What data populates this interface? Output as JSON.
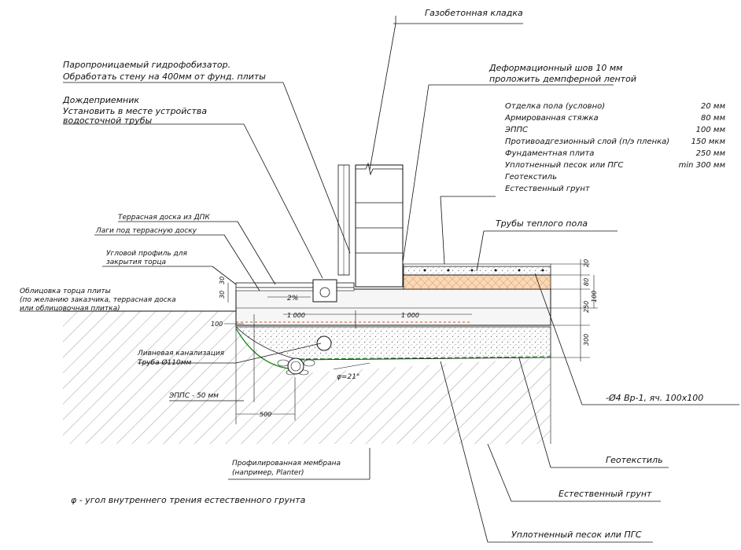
{
  "labels": {
    "gas_concrete": "Газобетонная кладка",
    "membrane_1": "Паропроницаемый гидрофобизатор.",
    "membrane_2": "Обработать стену на 400мм от фунд. плиты",
    "drain_1": "Дождеприемник",
    "drain_2": "Установить в месте устройства",
    "drain_3": "водосточной трубы",
    "joint_1": "Деформационный шов 10 мм",
    "joint_2": "проложить демпферной лентой",
    "terrace_board": "Террасная доска из ДПК",
    "joists": "Лаги под террасную доску",
    "corner_1": "Угловой профиль для",
    "corner_2": "закрытия торца",
    "cladding_1": "Облицовка торца плиты",
    "cladding_2": "(по желанию заказчика, террасная доска",
    "cladding_3": "или облицовочная плитка)",
    "storm_1": "Ливневая канализация",
    "storm_2": "Труба Ø110мм",
    "epps50": "ЭППС - 50 мм",
    "floor_heating": "Трубы теплого пола",
    "mesh": "-Ø4 Вр-1, яч. 100х100",
    "geotextile": "Геотекстиль",
    "natural_soil": "Естественный грунт",
    "compacted_sand": "Уплотненный песок или ПГС",
    "profiled_1": "Профилированная мембрана",
    "profiled_2": "(например, Planter)",
    "phi_note": "φ - угол внутреннего трения естественного грунта",
    "slope": "2%",
    "phi_angle": "φ=21°"
  },
  "layers": [
    {
      "name": "Отделка пола (условно)",
      "value": "20 мм"
    },
    {
      "name": "Армированная стяжка",
      "value": "80 мм"
    },
    {
      "name": "ЭППС",
      "value": "100 мм"
    },
    {
      "name": "Противоадгезионный слой (п/э пленка)",
      "value": "150 мкм"
    },
    {
      "name": "Фундаментная плита",
      "value": "250 мм"
    },
    {
      "name": "Уплотненный песок или ПГС",
      "value": "min 300 мм"
    },
    {
      "name": "Геотекстиль",
      "value": ""
    },
    {
      "name": "Естественный грунт",
      "value": ""
    }
  ],
  "dims": {
    "d1000a": "1 000",
    "d1000b": "1 000",
    "d500": "500",
    "d100": "100",
    "d30a": "30",
    "d30b": "30",
    "r20": "20",
    "r80": "80",
    "r100": "100",
    "r250": "250",
    "r300": "300"
  }
}
